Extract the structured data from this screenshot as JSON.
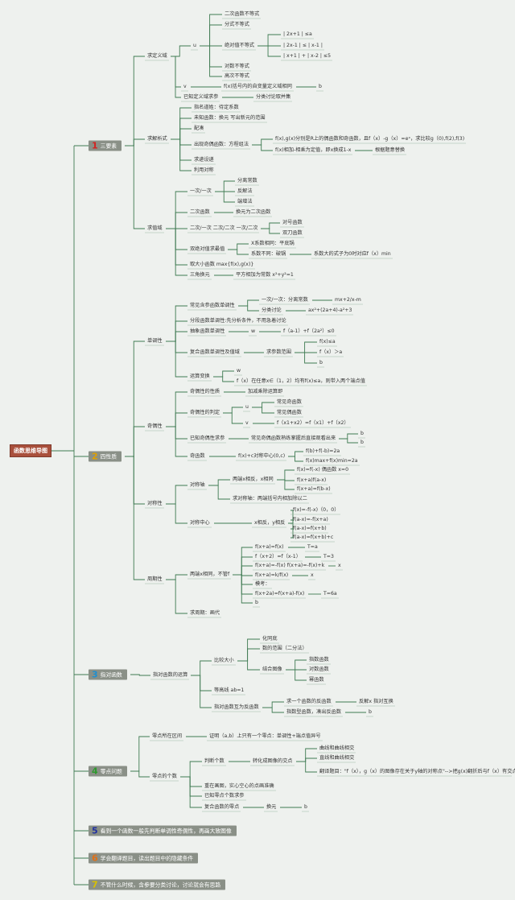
{
  "root": "函数思维导图",
  "branches": [
    {
      "num": "1",
      "label": "三要素",
      "color": "#d42020"
    },
    {
      "num": "2",
      "label": "四性质",
      "color": "#e0a000"
    },
    {
      "num": "3",
      "label": "指对函数",
      "color": "#1f8fd0"
    },
    {
      "num": "4",
      "label": "零点问题",
      "color": "#2e9a2e"
    },
    {
      "num": "5",
      "label": "看到一个函数一般先判断单调性奇偶性，再画大致图像",
      "color": "#2030a0"
    },
    {
      "num": "6",
      "label": "学会翻译题目，读出题目中的隐藏条件",
      "color": "#e07018"
    },
    {
      "num": "7",
      "label": "不管什么时候，含参要分类讨论，讨论就会有思路",
      "color": "#d8c000"
    }
  ],
  "n": {
    "dom": "求定义域",
    "dom_u": "u",
    "ineq1": "二次函数不等式",
    "ineq2": "分式不等式",
    "ineq3": "绝对值不等式",
    "abs1": "| 2x+1 | ≤a",
    "abs2": "| 2x-1 | ≤ | x-1 |",
    "abs3": "| x+1 | + | x-2 | ≤5",
    "ineq4": "对数不等式",
    "ineq5": "高次不等式",
    "dom_v": "v",
    "dom_v1": "f(x)括号内的自变量定义域相同",
    "dom_vb": "b",
    "dom_known": "已知定义域求参",
    "dom_known1": "分类讨论取并集",
    "expr": "求解析式",
    "expr1": "指名道姓：待定系数",
    "expr2": "未知函数：换元 写出新元的范围",
    "expr3": "配凑",
    "expr4": "出现奇偶函数：方程组法",
    "expr4a": "f(x),g(x)分别是R上的偶函数和奇函数，且f（x）-g（x）=eˣ，求比较g（0),f(2),f(3)",
    "expr4b": "f(x)相加-相乘为定值，即x换成1-x",
    "expr4c": "根据题意替换",
    "expr5": "求递设递",
    "expr6": "利用对称",
    "range": "求值域",
    "r1": "一次/一次",
    "r1a": "分离常数",
    "r1b": "反解法",
    "r1c": "端增法",
    "r2": "二次函数",
    "r2a": "换元为二次函数",
    "r3": "二次/一次 二次/二次 一次/二次",
    "r3a": "对号函数",
    "r3b": "双刀函数",
    "r4": "双绝对值求最值",
    "r4a": "X系数相同：平底锅",
    "r4b": "系数不同：破锅",
    "r4c": "系数大的式子为0时对应f（x）min",
    "r5": "取大小函数 max{f(x),g(x)}",
    "r6": "三角换元",
    "r6a": "平方相加为常数 x²+y²=1",
    "mono": "单调性",
    "m1": "常见含参函数单调性",
    "m1a": "一次/一次：分离常数",
    "m1a1": "mx+2/x-m",
    "m1b": "分类讨论",
    "m1b1": "ax²+(2a+4)-a²+3",
    "m2": "分段函数单调性:先分析条件，不用急着讨论",
    "m3": "抽象函数单调性",
    "m3a": "w",
    "m3b": "f（a-1）+f（2a²）≤0",
    "m4": "复合函数单调性及值域",
    "m4a": "求参数范围",
    "m4b1": "f(x)≤a",
    "m4b2": "f（x）＞a",
    "m4b3": "b",
    "m5": "运算变换",
    "m5a": "w",
    "m5b": "f（x）在任意x∈（1，2）均有f(x)≤a，则带入两个端点值",
    "par": "奇偶性",
    "p1": "奇偶性的性质",
    "p1a": "加减乘除运算即",
    "p2": "奇偶性的判定",
    "p2u": "u",
    "p2u1": "常见奇函数",
    "p2u2": "常见偶函数",
    "p2v": "v",
    "p2v1": "f（x1+x2）=f（x1）+f（x2）",
    "p3": "已知奇偶性求参",
    "p3a": "常见奇偶函数熟练掌握后直接观看出来",
    "p3b1": "b",
    "p3b2": "b",
    "p4": "奇函数",
    "p4a": "f(x)+c对称中心(0,c)",
    "p4b1": "f(b)+f(-b)=2a",
    "p4b2": "f(x)max+f(x)min=2a",
    "sym": "对称性",
    "s1": "对称轴",
    "s1a": "两端x相反，x相同",
    "s1a1": "f(x)=f(-x) 偶函数 x=0",
    "s1a2": "f(x+a)f(a-x)",
    "s1a3": "f(x+a)=f(b-x)",
    "s1b": "求对称轴：两端括号内相加除以二",
    "s2": "对称中心",
    "s2a": "x相反，y相反",
    "s2a1": "f(x)=-f(-x)（0，0）",
    "s2a2": "f(a-x)=-f(x+a)",
    "s2a3": "f(a-x)=f(x+b)",
    "s2a4": "f(a-x)=f(x+b)+c",
    "per": "周期性",
    "q1": "两端x相同，不管f",
    "q1a": "f(x+a)=f(x)",
    "q1a2": "T=a",
    "q1b": "f（x+2）=f（x-1）",
    "q1b2": "T=3",
    "q1c": "f(x+a)=-f(x) f(x+a)=-f(x)+k",
    "q1c2": "x",
    "q1d": "f(x+a)=k/f(x)",
    "q1d2": "x",
    "q1e": "模考：",
    "q1f": "f(x+2a)=f(x+a)-f(x)",
    "q1f2": "T=6a",
    "q1g": "b",
    "q2": "求周期：画代",
    "lg": "指对函数的运算",
    "l1": "比较大小",
    "l1a": "化同底",
    "l1b": "数的范围（二分法）",
    "l1c": "结合图像",
    "l1c1": "指数函数",
    "l1c2": "对数函数",
    "l1c3": "幂函数",
    "l2": "等高线 ab=1",
    "l3": "指对函数互为反函数",
    "l3a": "求一个函数的反函数",
    "l3a1": "反解x 指对互换",
    "l3b": "指数型函数，凑出反函数",
    "l3b1": "b",
    "z1": "零点所在区间",
    "z1a": "证明（a,b）上只有一个零点：单调性+端点值异号",
    "z2": "零点的个数",
    "z2a": "判断个数",
    "z2a1": "转化成图像的交点",
    "z2a1a": "曲线和曲线相交",
    "z2a1b": "直线和曲线相交",
    "z2a1c": "翻译题目：\"f（x），g（x）的图像存在关于y轴的对称点\"-->把g(x)翻折后与f（x）有交点",
    "z2b": "重在画图，实心空心的点画准确",
    "z2c": "已知零点个数求参",
    "z2d": "复合函数的零点",
    "z2d1": "换元",
    "z2d2": "b"
  }
}
